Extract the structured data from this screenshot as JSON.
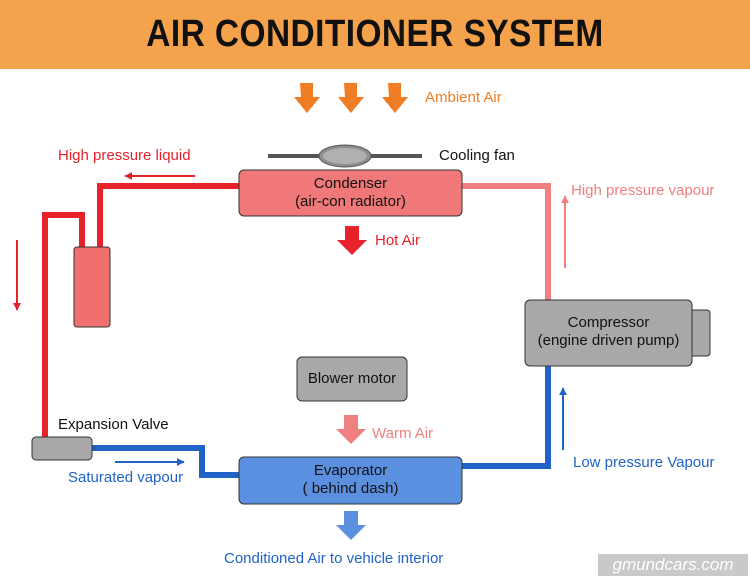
{
  "title": "AIR CONDITIONER SYSTEM",
  "labels": {
    "ambient_air": "Ambient Air",
    "cooling_fan": "Cooling fan",
    "high_pressure_liquid": "High pressure liquid",
    "high_pressure_vapour": "High pressure vapour",
    "hot_air": "Hot Air",
    "expansion_valve": "Expansion Valve",
    "warm_air": "Warm Air",
    "saturated_vapour": "Saturated vapour",
    "low_pressure_vapour": "Low pressure Vapour",
    "conditioned_air": "Conditioned Air to vehicle interior"
  },
  "components": {
    "condenser": {
      "line1": "Condenser",
      "line2": "(air-con radiator)"
    },
    "compressor": {
      "line1": "Compressor",
      "line2": "(engine driven pump)"
    },
    "blower": {
      "line1": "Blower motor"
    },
    "evaporator": {
      "line1": "Evaporator",
      "line2": "( behind dash)"
    }
  },
  "watermark": "gmundcars.com",
  "colors": {
    "title_bg": "#f5a24d",
    "high_pressure": "#e8222b",
    "vapour_pink": "#f08080",
    "low_pressure": "#1f63c9",
    "ambient_orange": "#f07c24"
  }
}
